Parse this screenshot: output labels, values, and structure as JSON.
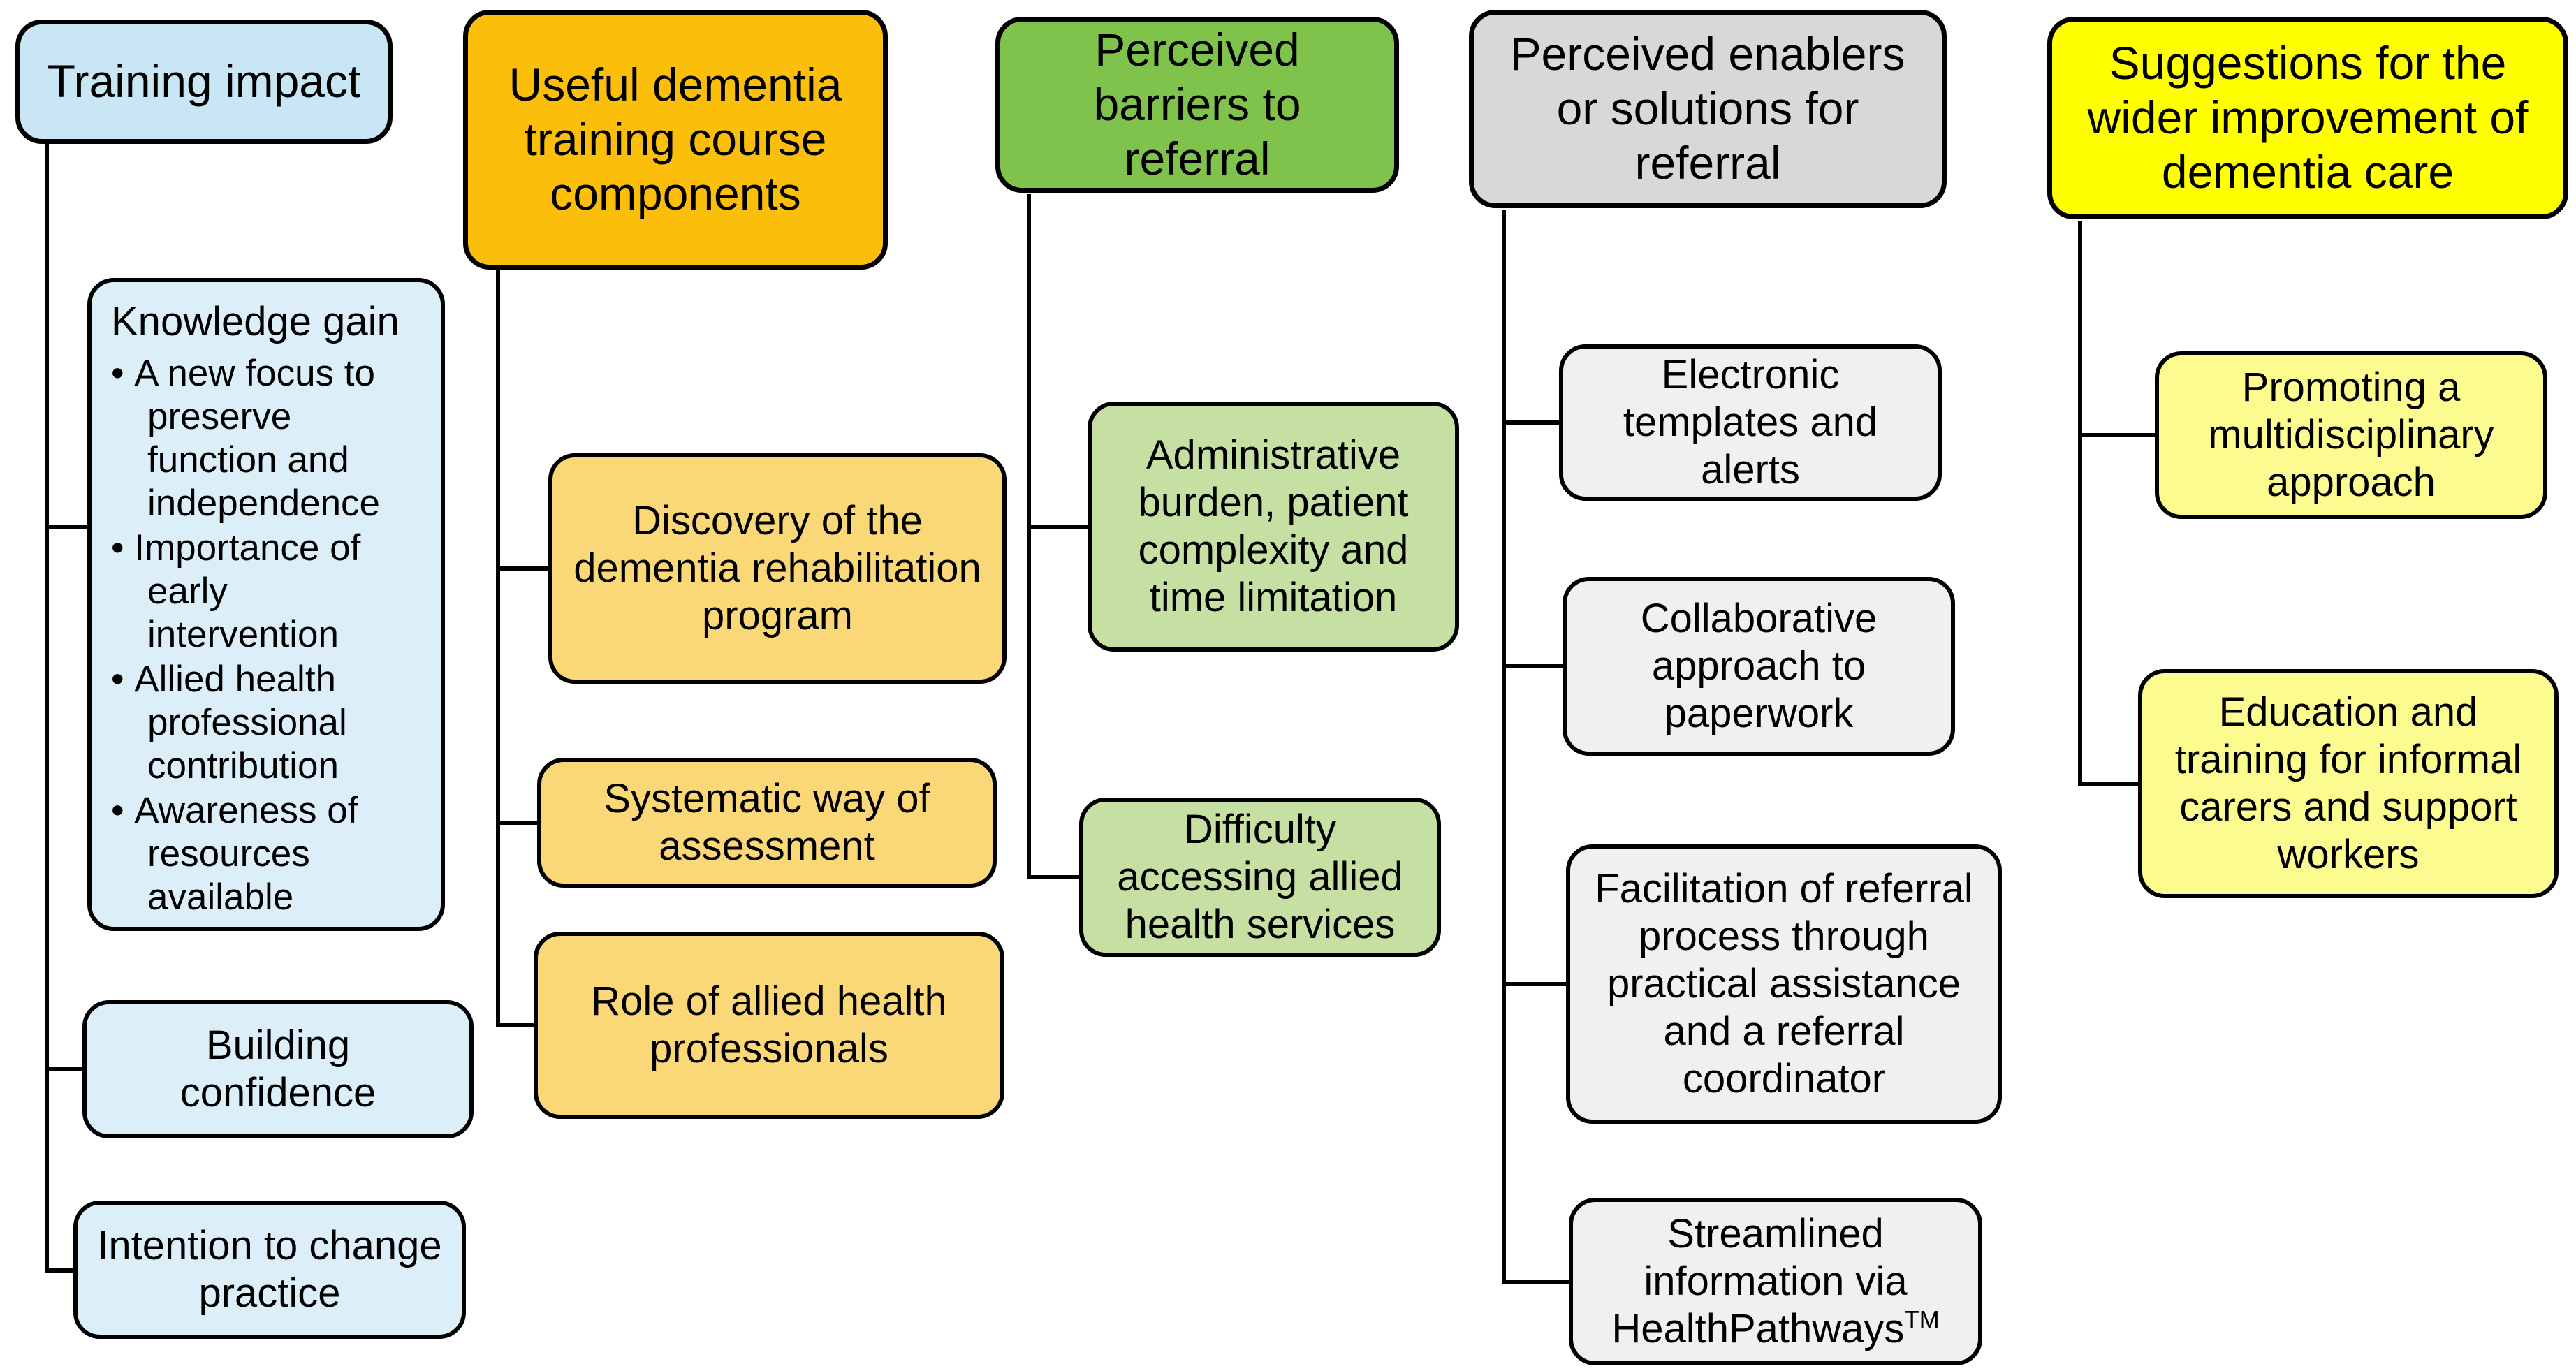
{
  "colors": {
    "line": "#000000",
    "text": "#000000",
    "background": "#ffffff",
    "column1_header": "#c8e6f4",
    "column1_child": "#dceff9",
    "column2_header": "#fbbe0b",
    "column2_child": "#fbd877",
    "column3_header": "#7fc34c",
    "column3_child": "#c5e0a2",
    "column4_header": "#d8d8d8",
    "column4_child": "#f0f0f0",
    "column5_header": "#ffff00",
    "column5_child": "#fbfb8f"
  },
  "columns": [
    {
      "header": "Training impact",
      "children": [
        {
          "title": "Knowledge gain",
          "bullets": [
            "A new focus to preserve function and independence",
            "Importance of early intervention",
            "Allied health professional contribution",
            "Awareness of resources available"
          ]
        },
        {
          "text": "Building confidence"
        },
        {
          "text": "Intention to change practice"
        }
      ]
    },
    {
      "header": "Useful dementia training course components",
      "children": [
        {
          "text": "Discovery of the dementia rehabilitation program"
        },
        {
          "text": "Systematic way of assessment"
        },
        {
          "text": "Role of allied health professionals"
        }
      ]
    },
    {
      "header": "Perceived barriers to referral",
      "children": [
        {
          "text": "Administrative burden, patient complexity and time limitation"
        },
        {
          "text": "Difficulty accessing allied health services"
        }
      ]
    },
    {
      "header": "Perceived enablers or solutions for referral",
      "children": [
        {
          "text": "Electronic templates and alerts"
        },
        {
          "text": "Collaborative approach to paperwork"
        },
        {
          "text": "Facilitation of referral process through practical assistance and a referral coordinator"
        },
        {
          "text": "Streamlined information via HealthPathways",
          "sup": "TM"
        }
      ]
    },
    {
      "header": "Suggestions for the wider improvement of dementia care",
      "children": [
        {
          "text": "Promoting a multidisciplinary approach"
        },
        {
          "text": "Education and training for informal carers and support workers"
        }
      ]
    }
  ]
}
